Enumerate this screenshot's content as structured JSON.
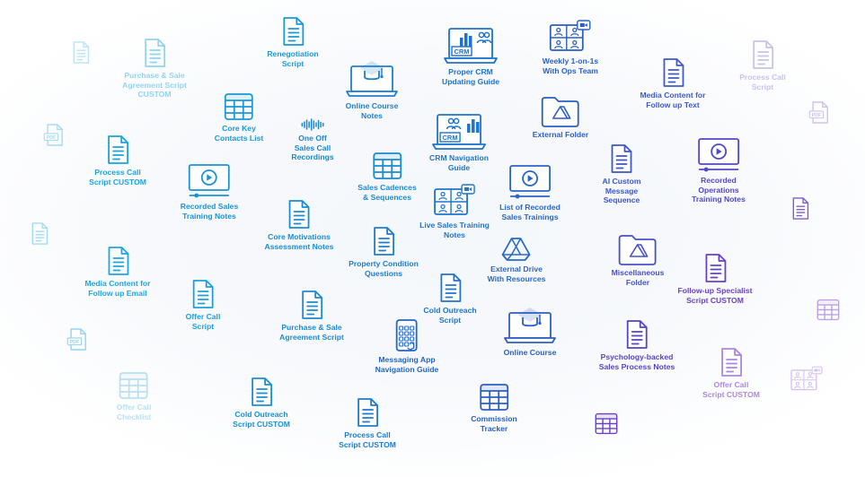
{
  "items": [
    {
      "id": "renegotiation-script",
      "lines": [
        "Renegotiation",
        "Script"
      ],
      "icon": "document-icon",
      "color": "#1b98d6",
      "opacity": 1
    },
    {
      "id": "purchase-sale-agreement-custom",
      "lines": [
        "Purchase & Sale",
        "Agreement Script",
        "CUSTOM"
      ],
      "icon": "document-icon",
      "color": "#3fb2e6",
      "opacity": 0.55
    },
    {
      "id": "core-key-contacts",
      "lines": [
        "Core Key",
        "Contacts List"
      ],
      "icon": "table-icon",
      "color": "#1b98d6",
      "opacity": 1
    },
    {
      "id": "one-off-sales-call",
      "lines": [
        "One Off",
        "Sales Call",
        "Recordings"
      ],
      "icon": "audio-wave-icon",
      "color": "#1b86d0",
      "opacity": 1
    },
    {
      "id": "online-course-notes",
      "lines": [
        "Online Course",
        "Notes"
      ],
      "icon": "laptop-graduation-icon",
      "color": "#1e7fd0",
      "opacity": 1
    },
    {
      "id": "proper-crm",
      "lines": [
        "Proper CRM",
        "Updating Guide"
      ],
      "icon": "crm-chart-icon",
      "color": "#1d72cc",
      "opacity": 1
    },
    {
      "id": "weekly-1on1",
      "lines": [
        "Weekly 1-on-1s",
        "With Ops Team"
      ],
      "icon": "video-call-icon",
      "color": "#2a5fc4",
      "opacity": 1
    },
    {
      "id": "media-follow-text",
      "lines": [
        "Media Content for",
        "Follow up Text"
      ],
      "icon": "document-icon",
      "color": "#3f5ac8",
      "opacity": 1
    },
    {
      "id": "process-call-faded",
      "lines": [
        "Process Call",
        "Script"
      ],
      "icon": "document-icon",
      "color": "#7a6ad6",
      "opacity": 0.4
    },
    {
      "id": "process-call-custom-left",
      "lines": [
        "Process Call",
        "Script CUSTOM"
      ],
      "icon": "document-icon",
      "color": "#1ba3df",
      "opacity": 1
    },
    {
      "id": "recorded-sales-training",
      "lines": [
        "Recorded Sales",
        "Training Notes"
      ],
      "icon": "video-player-icon",
      "color": "#1b92d4",
      "opacity": 1
    },
    {
      "id": "crm-navigation",
      "lines": [
        "CRM Navigation",
        "Guide"
      ],
      "icon": "crm-people-icon",
      "color": "#1d75cc",
      "opacity": 1
    },
    {
      "id": "external-folder",
      "lines": [
        "External Folder"
      ],
      "icon": "drive-folder-icon",
      "color": "#2b5fc3",
      "opacity": 1
    },
    {
      "id": "recorded-operations",
      "lines": [
        "Recorded",
        "Operations",
        "Training Notes"
      ],
      "icon": "video-player-icon",
      "color": "#5148c3",
      "opacity": 1
    },
    {
      "id": "ai-custom-message",
      "lines": [
        "AI Custom",
        "Message",
        "Sequence"
      ],
      "icon": "document-icon",
      "color": "#3e56c6",
      "opacity": 1
    },
    {
      "id": "sales-cadences",
      "lines": [
        "Sales Cadences",
        "& Sequences"
      ],
      "icon": "table-icon",
      "color": "#1b8ad2",
      "opacity": 1
    },
    {
      "id": "live-sales-training",
      "lines": [
        "Live Sales Training",
        "Notes"
      ],
      "icon": "video-call-icon",
      "color": "#1f74cc",
      "opacity": 1
    },
    {
      "id": "list-recorded-sales",
      "lines": [
        "List of Recorded",
        "Sales Trainings"
      ],
      "icon": "video-player-icon",
      "color": "#2866c6",
      "opacity": 1
    },
    {
      "id": "core-motivations",
      "lines": [
        "Core Motivations",
        "Assessment Notes"
      ],
      "icon": "document-icon",
      "color": "#1b8cd2",
      "opacity": 1
    },
    {
      "id": "property-condition",
      "lines": [
        "Property Condition",
        "Questions"
      ],
      "icon": "document-icon",
      "color": "#1e7ccf",
      "opacity": 1
    },
    {
      "id": "external-drive",
      "lines": [
        "External Drive",
        "With Resources"
      ],
      "icon": "drive-icon",
      "color": "#2968c7",
      "opacity": 1
    },
    {
      "id": "miscellaneous-folder",
      "lines": [
        "Miscellaneous",
        "Folder"
      ],
      "icon": "drive-folder-icon",
      "color": "#4752c5",
      "opacity": 1
    },
    {
      "id": "follow-up-specialist",
      "lines": [
        "Follow-up Specialist",
        "Script CUSTOM"
      ],
      "icon": "document-icon",
      "color": "#6a40c8",
      "opacity": 1
    },
    {
      "id": "media-follow-email",
      "lines": [
        "Media Content for",
        "Follow up Email"
      ],
      "icon": "document-icon",
      "color": "#1ea6df",
      "opacity": 1
    },
    {
      "id": "offer-call-script",
      "lines": [
        "Offer Call",
        "Script"
      ],
      "icon": "document-icon",
      "color": "#1ba0dc",
      "opacity": 1
    },
    {
      "id": "purchase-sale-agreement",
      "lines": [
        "Purchase & Sale",
        "Agreement Script"
      ],
      "icon": "document-icon",
      "color": "#1b8ad2",
      "opacity": 1
    },
    {
      "id": "cold-outreach-script",
      "lines": [
        "Cold Outreach",
        "Script"
      ],
      "icon": "document-icon",
      "color": "#1f74cc",
      "opacity": 1
    },
    {
      "id": "messaging-app",
      "lines": [
        "Messaging App",
        "Navigation Guide"
      ],
      "icon": "phone-keypad-icon",
      "color": "#2166c6",
      "opacity": 1
    },
    {
      "id": "online-course",
      "lines": [
        "Online Course"
      ],
      "icon": "laptop-graduation-icon",
      "color": "#2c5ec3",
      "opacity": 1
    },
    {
      "id": "psychology-backed",
      "lines": [
        "Psychology-backed",
        "Sales Process Notes"
      ],
      "icon": "document-icon",
      "color": "#5544c3",
      "opacity": 1
    },
    {
      "id": "offer-call-custom",
      "lines": [
        "Offer Call",
        "Script CUSTOM"
      ],
      "icon": "document-icon",
      "color": "#8a56d4",
      "opacity": 0.7
    },
    {
      "id": "offer-call-checklist",
      "lines": [
        "Offer Call",
        "Checklist"
      ],
      "icon": "table-icon",
      "color": "#52b8e4",
      "opacity": 0.4
    },
    {
      "id": "cold-outreach-custom",
      "lines": [
        "Cold Outreach",
        "Script CUSTOM"
      ],
      "icon": "document-icon",
      "color": "#1b8ed3",
      "opacity": 1
    },
    {
      "id": "process-call-custom-bottom",
      "lines": [
        "Process Call",
        "Script CUSTOM"
      ],
      "icon": "document-icon",
      "color": "#1d7bcf",
      "opacity": 1
    },
    {
      "id": "commission-tracker",
      "lines": [
        "Commission",
        "Tracker"
      ],
      "icon": "table-icon",
      "color": "#2a60c4",
      "opacity": 1
    }
  ],
  "decor": [
    {
      "icon": "document-icon",
      "color": "#3fb2e6",
      "opacity": 0.35
    },
    {
      "icon": "pdf-icon",
      "color": "#3fb2e6",
      "opacity": 0.45,
      "text": "PDF"
    },
    {
      "icon": "document-icon",
      "color": "#3fb2e6",
      "opacity": 0.45
    },
    {
      "icon": "pdf-icon",
      "color": "#3fb2e6",
      "opacity": 0.55,
      "text": "PDF"
    },
    {
      "icon": "pdf-icon",
      "color": "#8a6ad6",
      "opacity": 0.4,
      "text": "PDF"
    },
    {
      "icon": "document-icon",
      "color": "#6a40c8",
      "opacity": 0.85
    },
    {
      "icon": "table-icon",
      "color": "#8a56d4",
      "opacity": 0.55
    },
    {
      "icon": "video-call-icon",
      "color": "#9a6ad8",
      "opacity": 0.4
    },
    {
      "icon": "table-icon",
      "color": "#6a40c8",
      "opacity": 1
    }
  ]
}
